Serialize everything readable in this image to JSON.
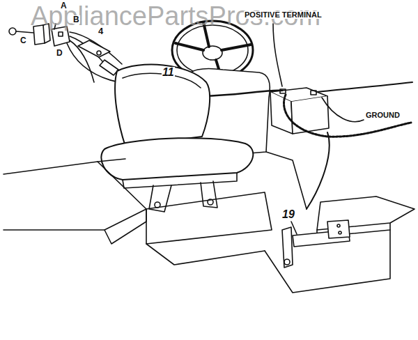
{
  "diagram": {
    "labels": [
      "AppliancePartsPros.com",
      "A",
      "B",
      "C",
      "D",
      "4",
      "POSITIVE TERMINAL",
      "GROUND",
      "11",
      "19"
    ]
  }
}
